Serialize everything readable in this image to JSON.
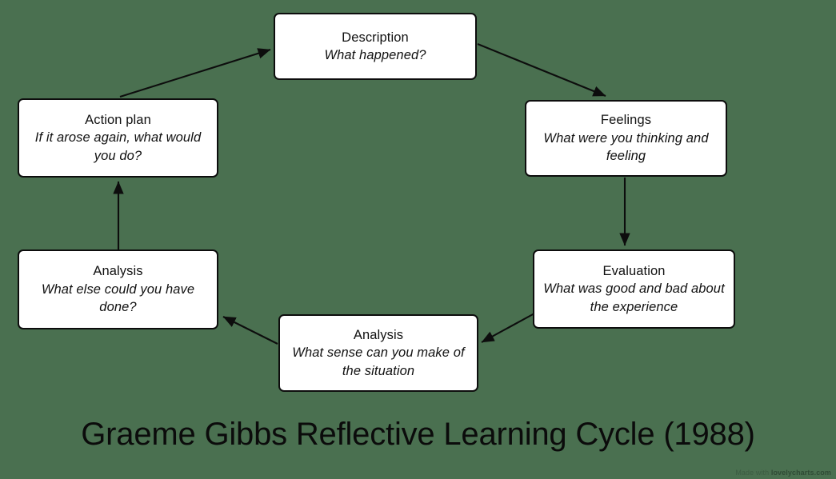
{
  "background_color": "#4a7050",
  "node_fill": "#ffffff",
  "node_border": "#0d0d0d",
  "title": "Graeme Gibbs Reflective Learning Cycle (1988)",
  "watermark": {
    "prefix": "Made with ",
    "brand": "lovelycharts.com"
  },
  "nodes": [
    {
      "id": "description",
      "title": "Description",
      "subtitle": "What happened?"
    },
    {
      "id": "feelings",
      "title": "Feelings",
      "subtitle": "What were you thinking and feeling"
    },
    {
      "id": "evaluation",
      "title": "Evaluation",
      "subtitle": "What was good and bad about the experience"
    },
    {
      "id": "analysis-bottom",
      "title": "Analysis",
      "subtitle": "What sense can you make of the situation"
    },
    {
      "id": "analysis-left",
      "title": "Analysis",
      "subtitle": "What else could you have done?"
    },
    {
      "id": "action-plan",
      "title": "Action plan",
      "subtitle": "If it arose again, what would you do?"
    }
  ],
  "arrows": [
    {
      "from": "action-plan",
      "to": "description"
    },
    {
      "from": "description",
      "to": "feelings"
    },
    {
      "from": "feelings",
      "to": "evaluation"
    },
    {
      "from": "evaluation",
      "to": "analysis-bottom"
    },
    {
      "from": "analysis-bottom",
      "to": "analysis-left"
    },
    {
      "from": "analysis-left",
      "to": "action-plan"
    }
  ]
}
